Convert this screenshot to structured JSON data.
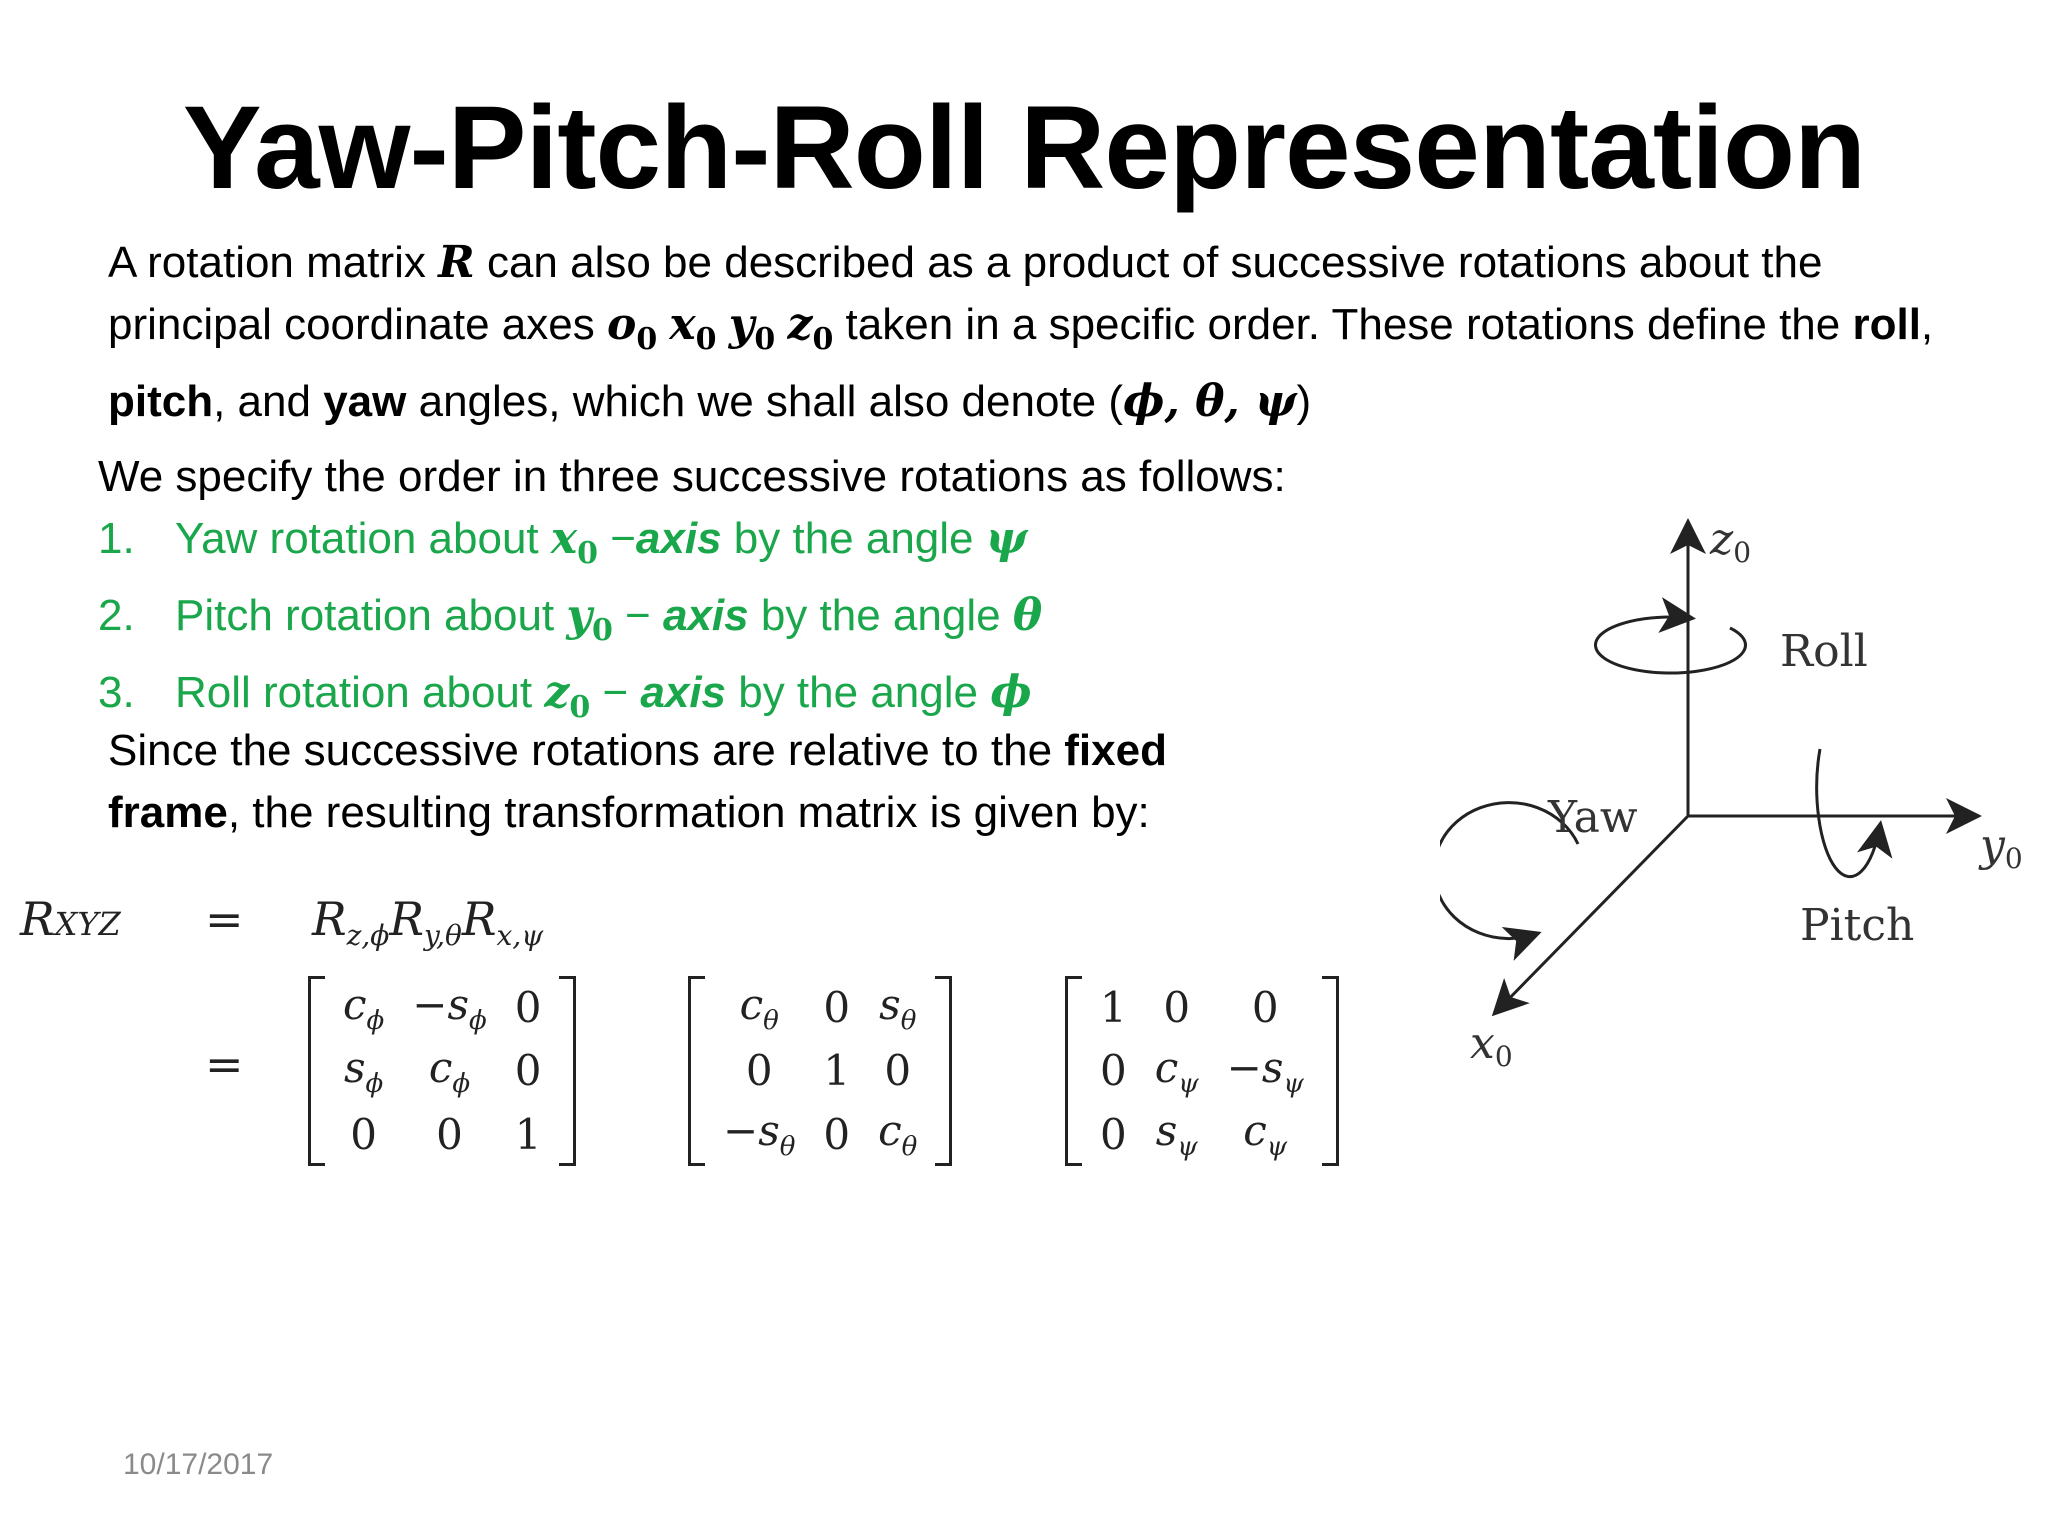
{
  "slide": {
    "title": "Yaw-Pitch-Roll Representation",
    "intro": {
      "p1": "A rotation matrix ",
      "R": "R",
      "p2": " can also be described as a product of successive rotations about the principal coordinate axes ",
      "o": "o",
      "x": "x",
      "y": "y",
      "z": "z",
      "zero": "0",
      "p3": " taken in a specific order. These rotations define the ",
      "roll": "roll",
      "comma1": ", ",
      "pitch": "pitch",
      "comma2": ", and ",
      "yaw": "yaw",
      "p4": " angles, which we shall also denote (",
      "angles": "ϕ, θ, ψ",
      "p5": ")"
    },
    "spec_heading": "We specify the order in three successive rotations as follows:",
    "steps": [
      {
        "num": "1.",
        "text": "Yaw rotation about ",
        "axis_var": "x",
        "sub": "0",
        "dash": " −",
        "axis": "axis",
        "by": " by the angle ",
        "angle": "ψ"
      },
      {
        "num": "2.",
        "text": "Pitch rotation about ",
        "axis_var": "y",
        "sub": "0",
        "dash": " − ",
        "axis": "axis",
        "by": " by the angle ",
        "angle": "θ"
      },
      {
        "num": "3.",
        "text": "Roll rotation about ",
        "axis_var": "z",
        "sub": "0",
        "dash": " − ",
        "axis": "axis",
        "by": " by the angle ",
        "angle": "ϕ"
      }
    ],
    "since": {
      "p1": "Since the successive rotations are relative to the ",
      "bold": "fixed frame",
      "p2": ", the resulting transformation matrix is given by:"
    },
    "equation": {
      "lhs": "R",
      "lhs_sub": "XYZ",
      "eq": "=",
      "rhs_terms": [
        {
          "base": "R",
          "sub": "z,ϕ"
        },
        {
          "base": "R",
          "sub": "y,θ"
        },
        {
          "base": "R",
          "sub": "x,ψ"
        }
      ],
      "matrices": [
        [
          [
            "c",
            "ϕ"
          ],
          [
            "−s",
            "ϕ"
          ],
          [
            "0",
            ""
          ],
          [
            "s",
            "ϕ"
          ],
          [
            "c",
            "ϕ"
          ],
          [
            "0",
            ""
          ],
          [
            "0",
            ""
          ],
          [
            "0",
            ""
          ],
          [
            "1",
            ""
          ]
        ],
        [
          [
            "c",
            "θ"
          ],
          [
            "0",
            ""
          ],
          [
            "s",
            "θ"
          ],
          [
            "0",
            ""
          ],
          [
            "1",
            ""
          ],
          [
            "0",
            ""
          ],
          [
            "−s",
            "θ"
          ],
          [
            "0",
            ""
          ],
          [
            "c",
            "θ"
          ]
        ],
        [
          [
            "1",
            ""
          ],
          [
            "0",
            ""
          ],
          [
            "0",
            ""
          ],
          [
            "0",
            ""
          ],
          [
            "c",
            "ψ"
          ],
          [
            "−s",
            "ψ"
          ],
          [
            "0",
            ""
          ],
          [
            "s",
            "ψ"
          ],
          [
            "c",
            "ψ"
          ]
        ]
      ]
    },
    "date": "10/17/2017",
    "diagram": {
      "z_label": "z",
      "y_label": "y",
      "x_label": "x",
      "axis_sub": "0",
      "roll": "Roll",
      "pitch": "Pitch",
      "yaw": "Yaw"
    }
  }
}
